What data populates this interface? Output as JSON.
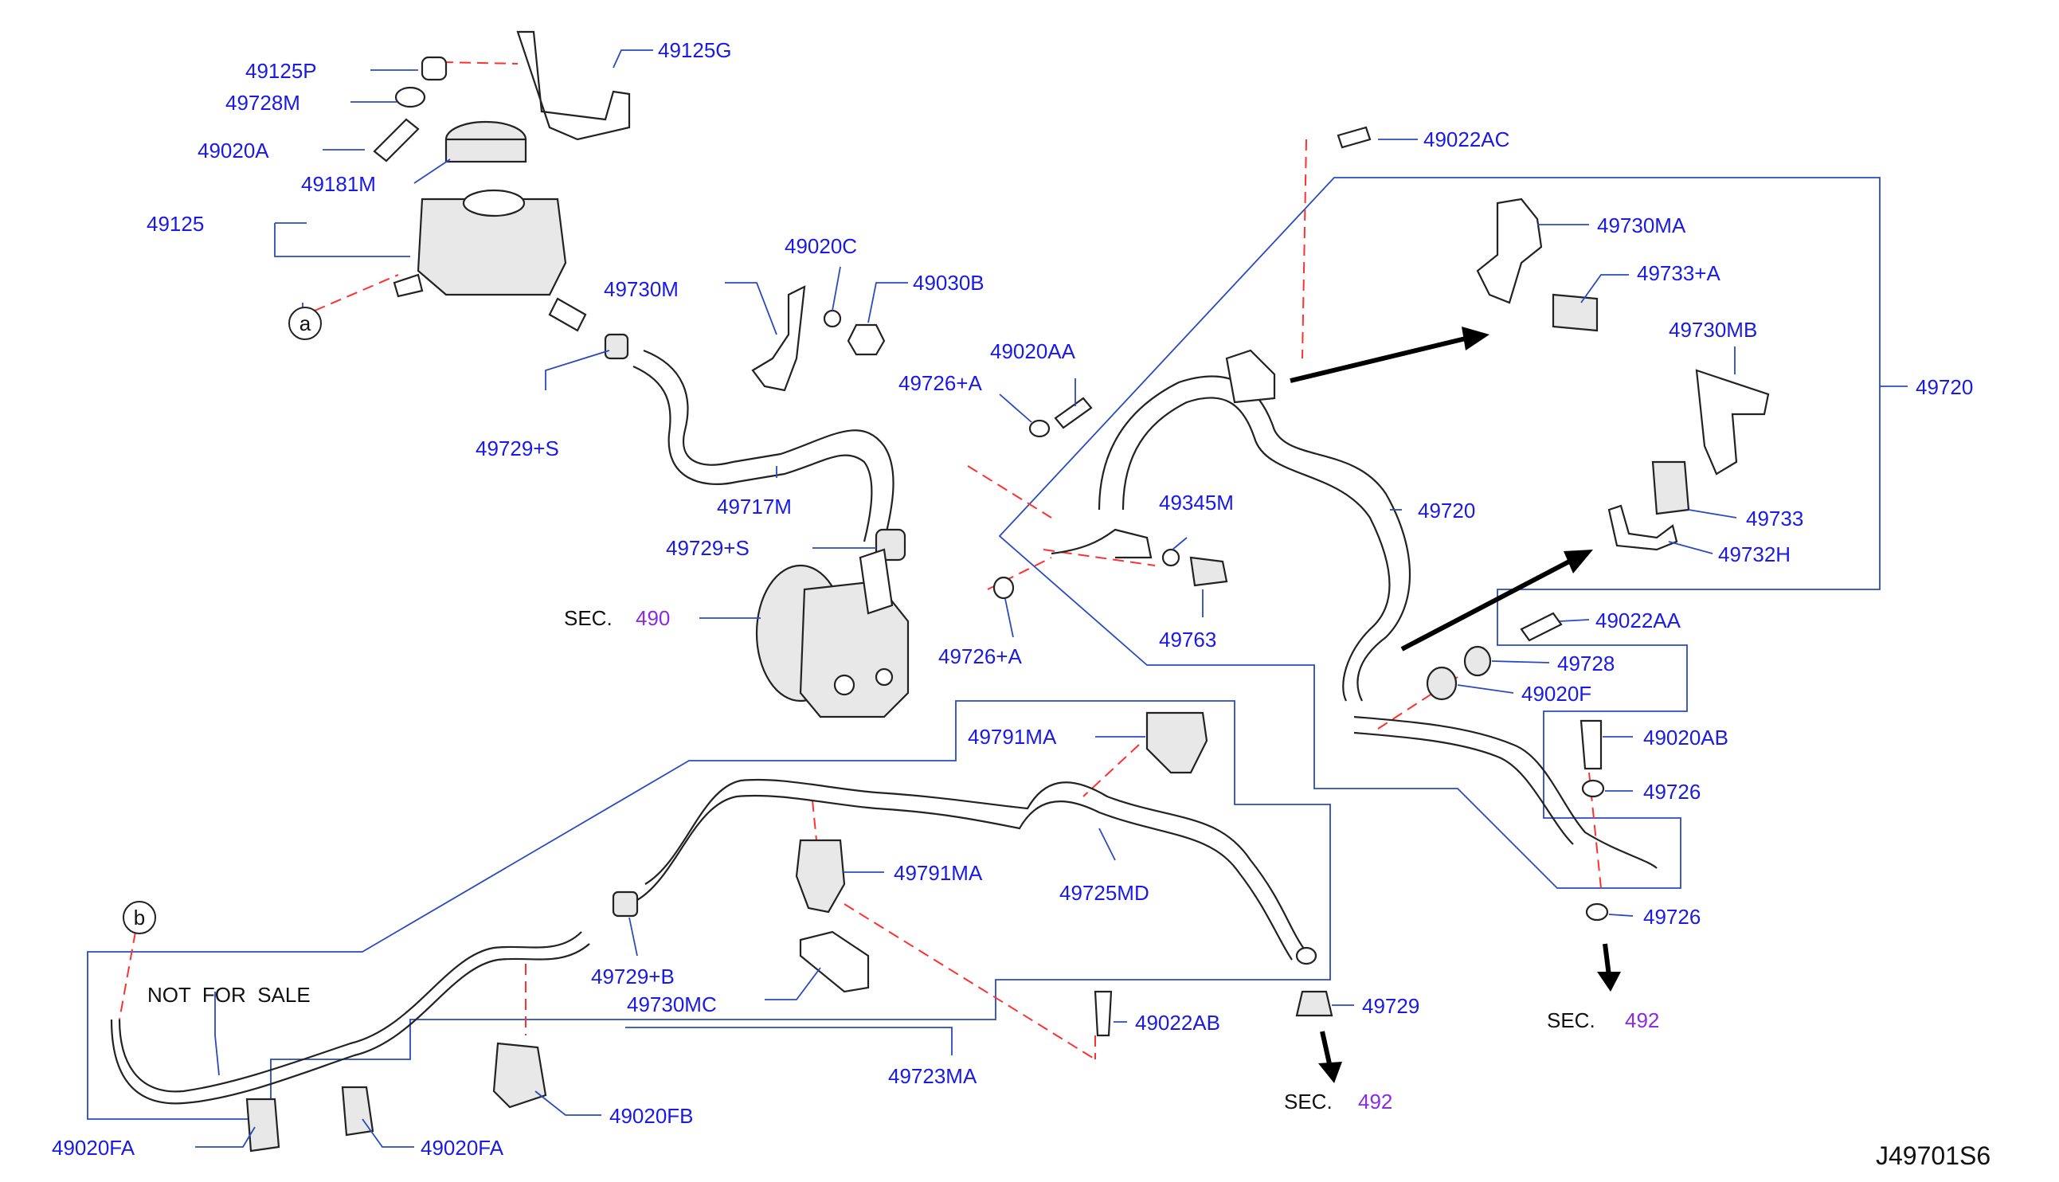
{
  "diagram_id": "J49701S6",
  "callouts": {
    "p49125P": "49125P",
    "p49728M": "49728M",
    "p49020A": "49020A",
    "p49181M": "49181M",
    "p49125": "49125",
    "p49125G": "49125G",
    "p49730M": "49730M",
    "p49020C": "49020C",
    "p49030B": "49030B",
    "p49729S_top": "49729+S",
    "p49717M": "49717M",
    "p49729S_mid": "49729+S",
    "p49020AA": "49020AA",
    "p49726A_top": "49726+A",
    "p49726A_bot": "49726+A",
    "p49022AC": "49022AC",
    "p49730MA": "49730MA",
    "p49733A": "49733+A",
    "p49730MB": "49730MB",
    "p49720_right": "49720",
    "p49720_hose": "49720",
    "p49345M": "49345M",
    "p49763": "49763",
    "p49733": "49733",
    "p49732H": "49732H",
    "p49022AA": "49022AA",
    "p49728": "49728",
    "p49020F": "49020F",
    "p49020AB": "49020AB",
    "p49726_a": "49726",
    "p49726_b": "49726",
    "p49791MA_top": "49791MA",
    "p49791MA_mid": "49791MA",
    "p49725MD": "49725MD",
    "p49729B": "49729+B",
    "p49730MC": "49730MC",
    "p49022AB": "49022AB",
    "p49729": "49729",
    "p49723MA": "49723MA",
    "p49020FB": "49020FB",
    "p49020FA_left": "49020FA",
    "p49020FA_right": "49020FA"
  },
  "sections": {
    "sec490": {
      "prefix": "SEC.",
      "number": "490"
    },
    "sec492_mid": {
      "prefix": "SEC.",
      "number": "492"
    },
    "sec492_right": {
      "prefix": "SEC.",
      "number": "492"
    }
  },
  "markers": {
    "a": "a",
    "b": "b"
  },
  "note": "NOT  FOR  SALE",
  "colors": {
    "label": "#1a1ae6",
    "section_number": "#8a2be2",
    "leader": "#2a4bbf",
    "dash": "#ff3030"
  }
}
